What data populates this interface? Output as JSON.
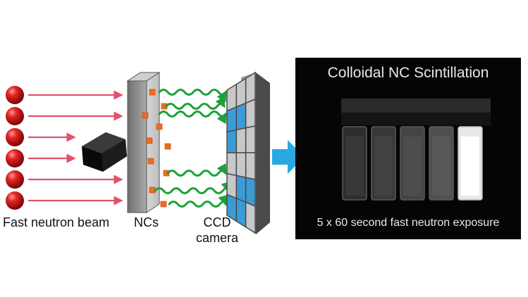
{
  "labels": {
    "beam": "Fast neutron beam",
    "ncs": "NCs",
    "ccd": "CCD",
    "camera": "camera"
  },
  "photo": {
    "title": "Colloidal NC Scintillation",
    "caption": "5 x 60 second fast neutron exposure"
  },
  "colors": {
    "neutron": "#d81e1e",
    "beam_arrow": "#e0526a",
    "nc_cube": "#f26b1d",
    "photon": "#1aa336",
    "ccd_pixel_lit": "#3b9bd6",
    "big_arrow": "#29a9e0",
    "photo_bg": "#050505"
  },
  "icons": {
    "neutron": "sphere",
    "shield": "black-hexagonal-prism",
    "emission": "wavy-arrow"
  }
}
